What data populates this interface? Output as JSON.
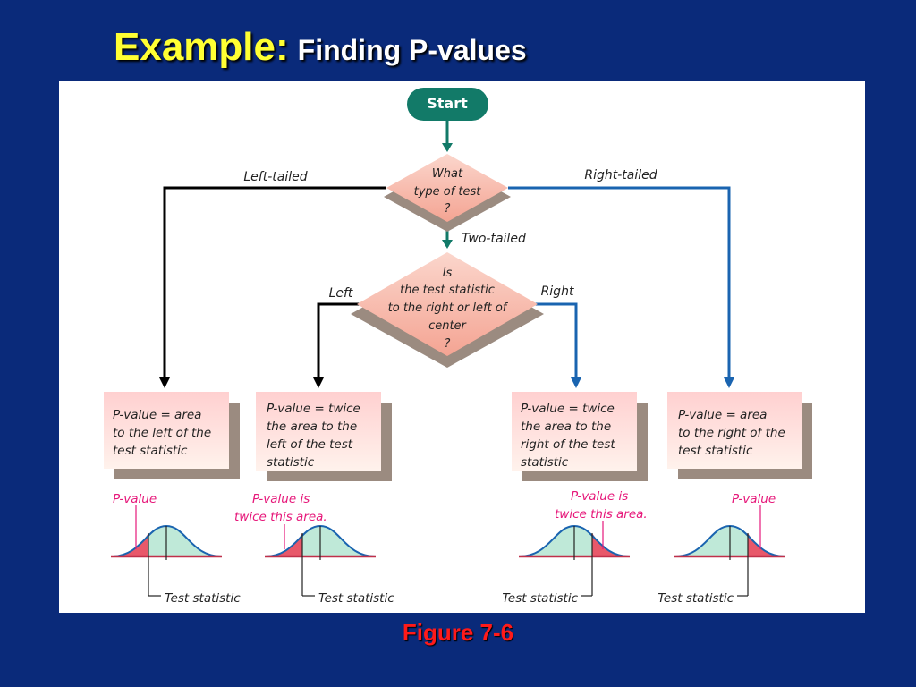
{
  "title": {
    "main": "Example:",
    "sub": "Finding P-values"
  },
  "caption": "Figure 7-6",
  "colors": {
    "background": "#0a2a7a",
    "title_main": "#ffff33",
    "start": "#127a68",
    "left_path": "#000000",
    "right_path": "#1a64b0",
    "center_path": "#127a68",
    "pvalue_label": "#e6187a",
    "curve_fill": "#bfe9d8",
    "tail_fill": "#e8586a",
    "box_fill": "#ffdede"
  },
  "diagram": {
    "start": "Start",
    "q1": [
      "What",
      "type of test",
      "?"
    ],
    "edge_left_tailed": "Left-tailed",
    "edge_right_tailed": "Right-tailed",
    "edge_two_tailed": "Two-tailed",
    "q2": [
      "Is",
      "the test statistic",
      "to the right or left of",
      "center",
      "?"
    ],
    "edge_left": "Left",
    "edge_right": "Right",
    "box1": [
      "P-value = area",
      "to the left of the",
      "test statistic"
    ],
    "box2": [
      "P-value = twice",
      "the area to the",
      "left of the test",
      "statistic"
    ],
    "box3": [
      "P-value = twice",
      "the area to the",
      "right of the test",
      "statistic"
    ],
    "box4": [
      "P-value = area",
      "to the right of the",
      "test statistic"
    ],
    "curve1_label": "P-value",
    "curve2_label": [
      "P-value is",
      "twice this area."
    ],
    "curve3_label": [
      "P-value is",
      "twice this area."
    ],
    "curve4_label": "P-value",
    "test_statistic": "Test statistic"
  }
}
